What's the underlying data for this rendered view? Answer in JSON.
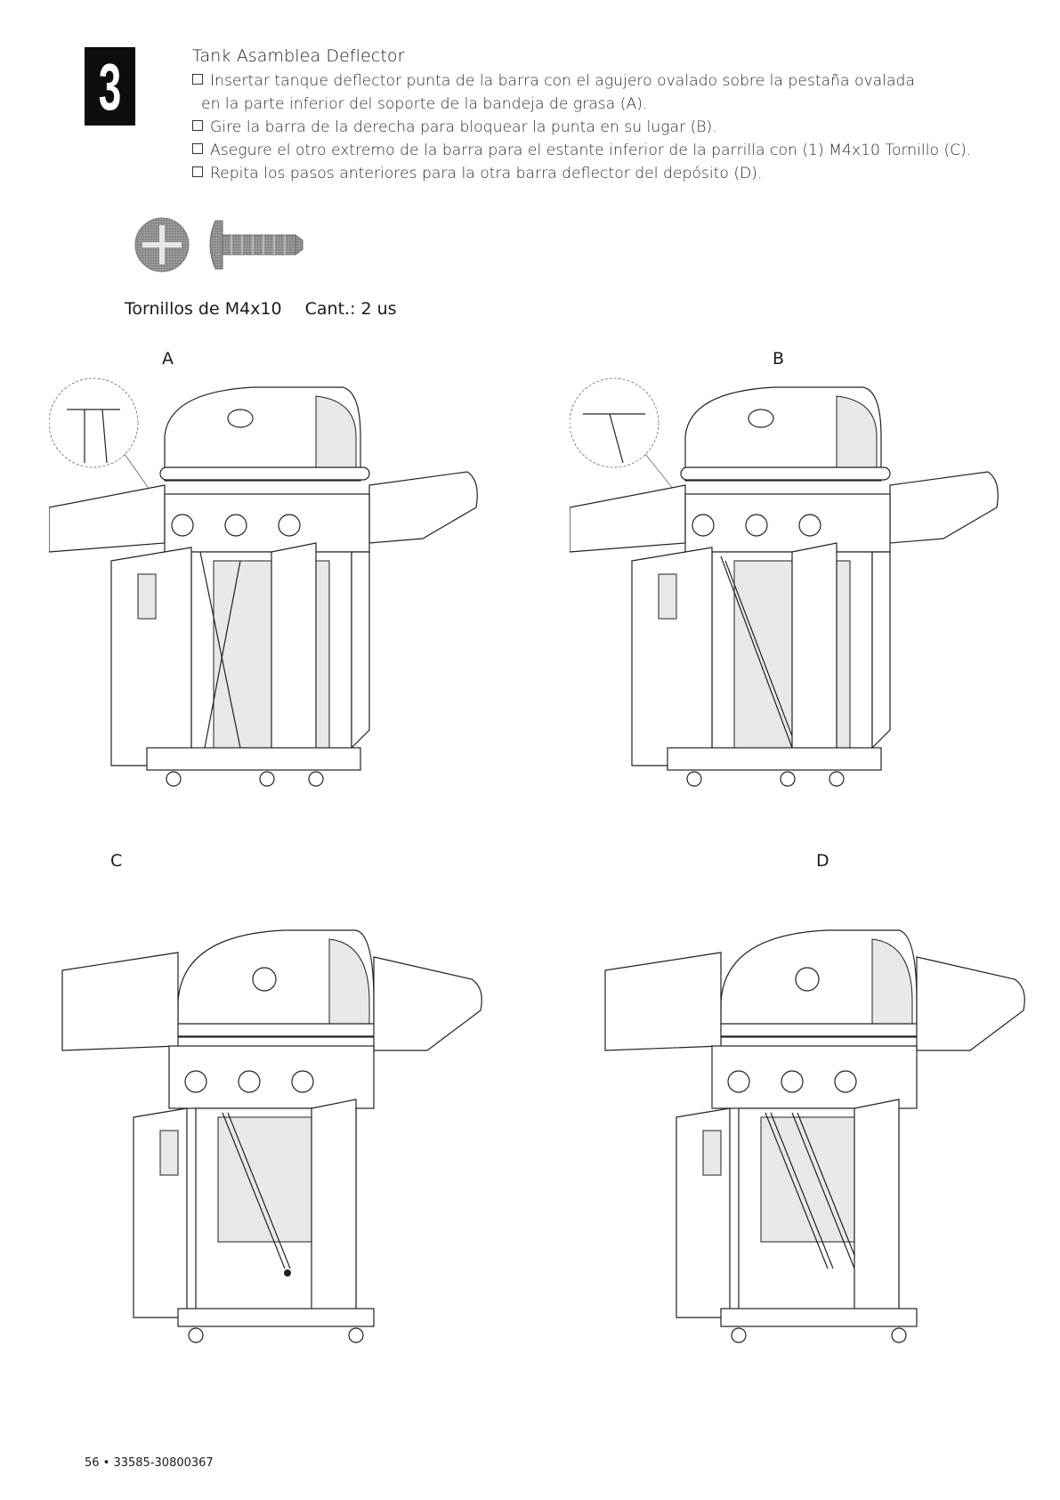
{
  "step": {
    "number": "3",
    "title": "Tank Asamblea Deflector",
    "instructions": [
      "Insertar tanque deflector punta de la barra con el agujero ovalado sobre la pestaña ovalada",
      "en la parte inferior del soporte de la bandeja de grasa (A).",
      "Gire la barra de la derecha para bloquear la punta en su lugar (B).",
      "Asegure el otro extremo de la barra para el estante inferior de la parrilla con (1) M4x10 Tornillo (C).",
      "Repita los pasos anteriores para la otra barra deflector del depósito (D)."
    ]
  },
  "hardware": {
    "name": "Tornillos de M4x10",
    "quantity": "Cant.: 2 us"
  },
  "panels": {
    "a": "A",
    "b": "B",
    "c": "C",
    "d": "D"
  },
  "footer": {
    "page": "56 • 33585-30800367"
  }
}
